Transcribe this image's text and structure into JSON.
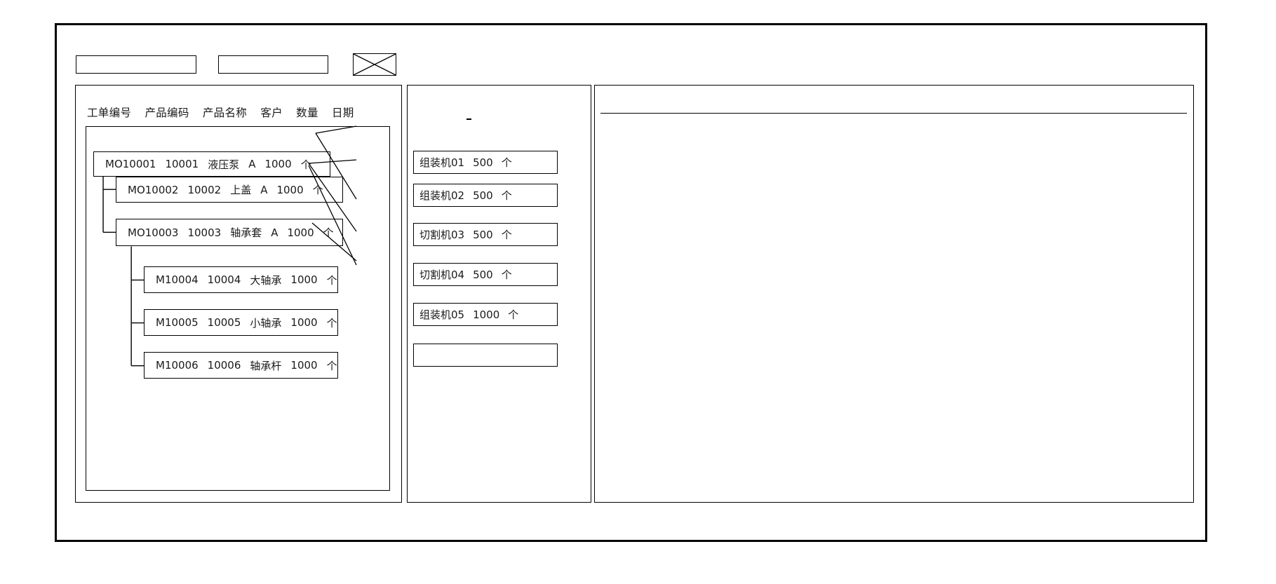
{
  "window": {
    "title": ""
  },
  "toolbar": {
    "input1_value": "",
    "input1_placeholder": "",
    "input2_value": "",
    "input2_placeholder": "",
    "crossbox_icon": "crossed-box-icon"
  },
  "left_panel": {
    "columns": [
      "工单编号",
      "产品编码",
      "产品名称",
      "客户",
      "数量",
      "日期"
    ],
    "nodes": [
      {
        "level": 0,
        "order": "MO10001",
        "product_code": "10001",
        "product_name": "液压泵",
        "customer": "A",
        "qty": "1000",
        "unit": "个"
      },
      {
        "level": 1,
        "order": "MO10002",
        "product_code": "10002",
        "product_name": "上盖",
        "customer": "A",
        "qty": "1000",
        "unit": "个"
      },
      {
        "level": 1,
        "order": "MO10003",
        "product_code": "10003",
        "product_name": "轴承套",
        "customer": "A",
        "qty": "1000",
        "unit": "个"
      },
      {
        "level": 2,
        "order": "M10004",
        "product_code": "10004",
        "product_name": "大轴承",
        "customer": "",
        "qty": "1000",
        "unit": "个"
      },
      {
        "level": 2,
        "order": "M10005",
        "product_code": "10005",
        "product_name": "小轴承",
        "customer": "",
        "qty": "1000",
        "unit": "个"
      },
      {
        "level": 2,
        "order": "M10006",
        "product_code": "10006",
        "product_name": "轴承杆",
        "customer": "",
        "qty": "1000",
        "unit": "个"
      }
    ]
  },
  "middle_panel": {
    "items": [
      {
        "machine": "组装机01",
        "qty": "500",
        "unit": "个"
      },
      {
        "machine": "组装机02",
        "qty": "500",
        "unit": "个"
      },
      {
        "machine": "切割机03",
        "qty": "500",
        "unit": "个"
      },
      {
        "machine": "切割机04",
        "qty": "500",
        "unit": "个"
      },
      {
        "machine": "组装机05",
        "qty": "1000",
        "unit": "个"
      },
      {
        "machine": "",
        "qty": "",
        "unit": ""
      }
    ]
  },
  "right_panel": {
    "header_text": "",
    "body_text": ""
  },
  "colors": {
    "stroke": "#000000",
    "background": "#ffffff",
    "text": "#1a1a1a"
  }
}
